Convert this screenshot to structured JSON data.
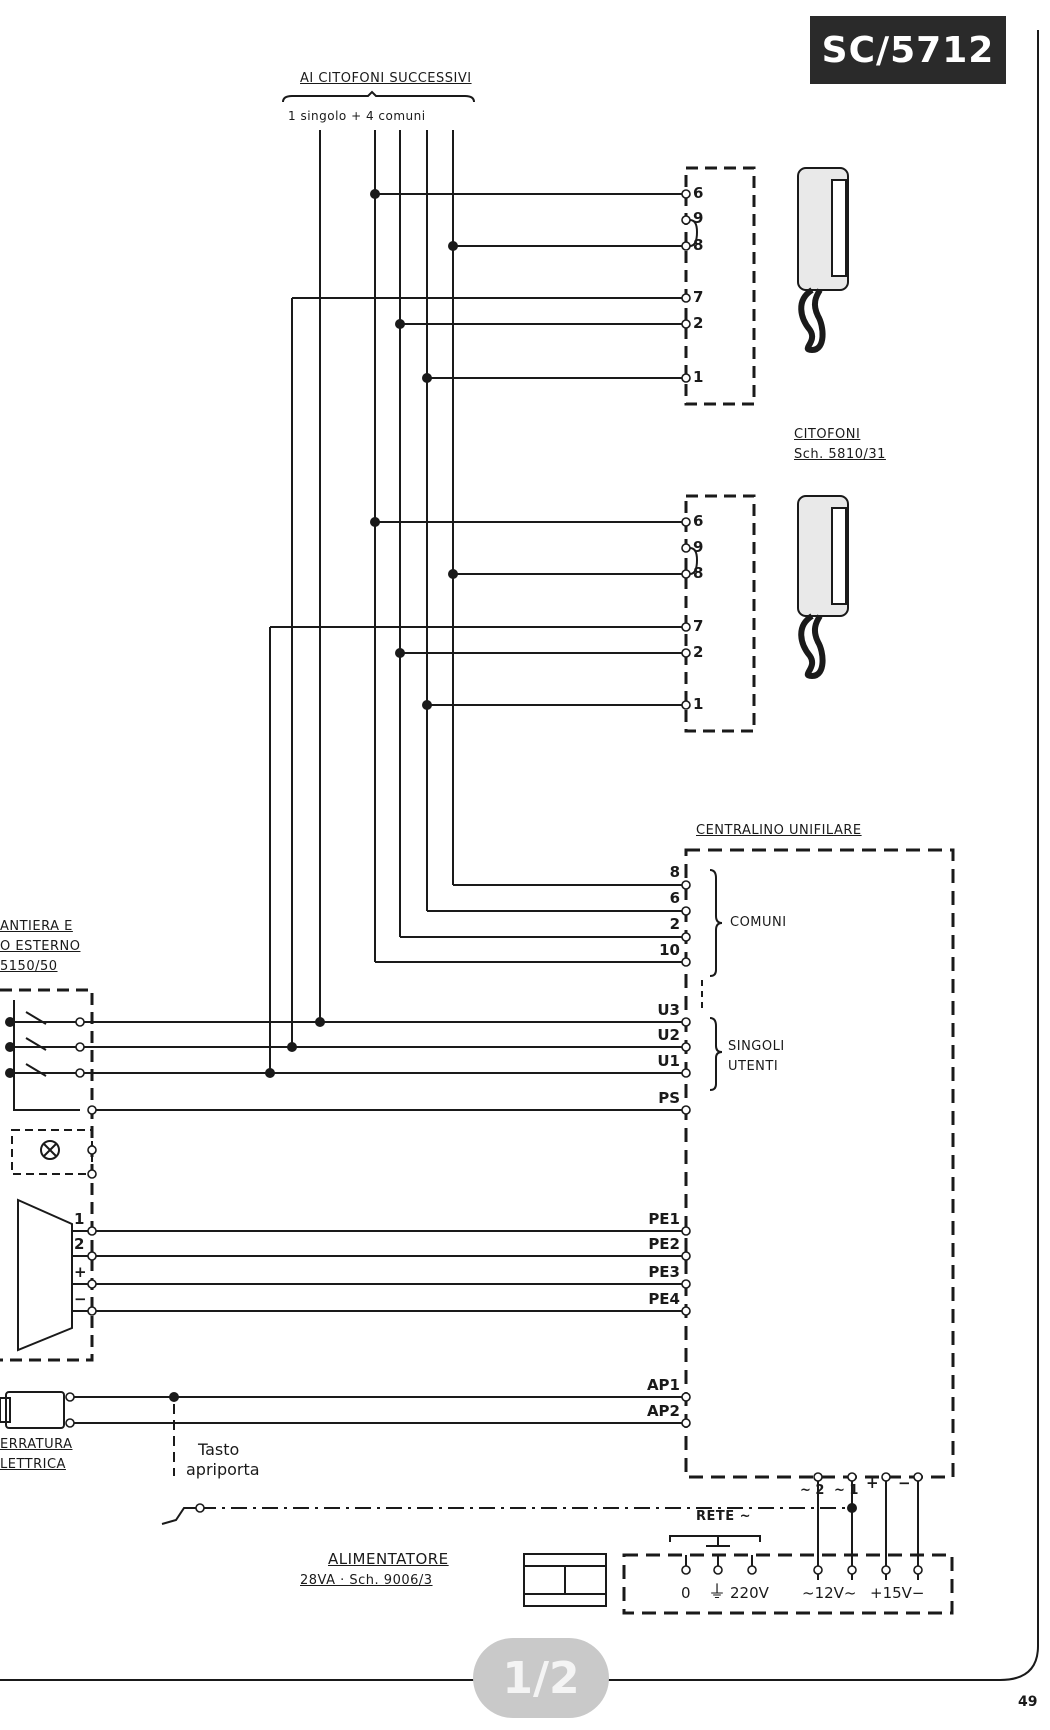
{
  "header": {
    "code": "SC/5712"
  },
  "bus": {
    "title": "AI CITOFONI SUCCESSIVI",
    "subtitle": "1 singolo + 4 comuni"
  },
  "citofoni": {
    "label_line1": "CITOFONI",
    "label_line2": "Sch. 5810/31",
    "terminals": [
      "6",
      "9",
      "8",
      "7",
      "2",
      "1"
    ]
  },
  "centralino": {
    "title": "CENTRALINO UNIFILARE",
    "comuni_terminals": [
      "8",
      "6",
      "2",
      "10"
    ],
    "comuni_label": "COMUNI",
    "utenti_terminals": [
      "U3",
      "U2",
      "U1"
    ],
    "singoli_label_1": "SINGOLI",
    "singoli_label_2": "UTENTI",
    "ps_terminal": "PS",
    "pe_terminals": [
      "PE1",
      "PE2",
      "PE3",
      "PE4"
    ],
    "ap_terminals": [
      "AP1",
      "AP2"
    ],
    "bottom_terminals": [
      "~ 2",
      "~ 1",
      "+",
      "−"
    ]
  },
  "pulsantiera": {
    "label_line1": "ANTIERA E",
    "label_line2": "O ESTERNO",
    "label_line3": "5150/50",
    "speaker_terminals": [
      "1",
      "2",
      "+",
      "−"
    ]
  },
  "serratura": {
    "label_line1": "ERRATURA",
    "label_line2": "LETTRICA"
  },
  "tasto": {
    "label_line1": "Tasto",
    "label_line2": "apriporta"
  },
  "alimentatore": {
    "title": "ALIMENTATORE",
    "model": "28VA · Sch. 9006/3",
    "rete_label": "RETE ~",
    "terminals": [
      "0",
      "⏚",
      "220V",
      "~12V~",
      "+15V−"
    ]
  },
  "footer": {
    "page_badge": "1/2",
    "page_number": "49"
  }
}
